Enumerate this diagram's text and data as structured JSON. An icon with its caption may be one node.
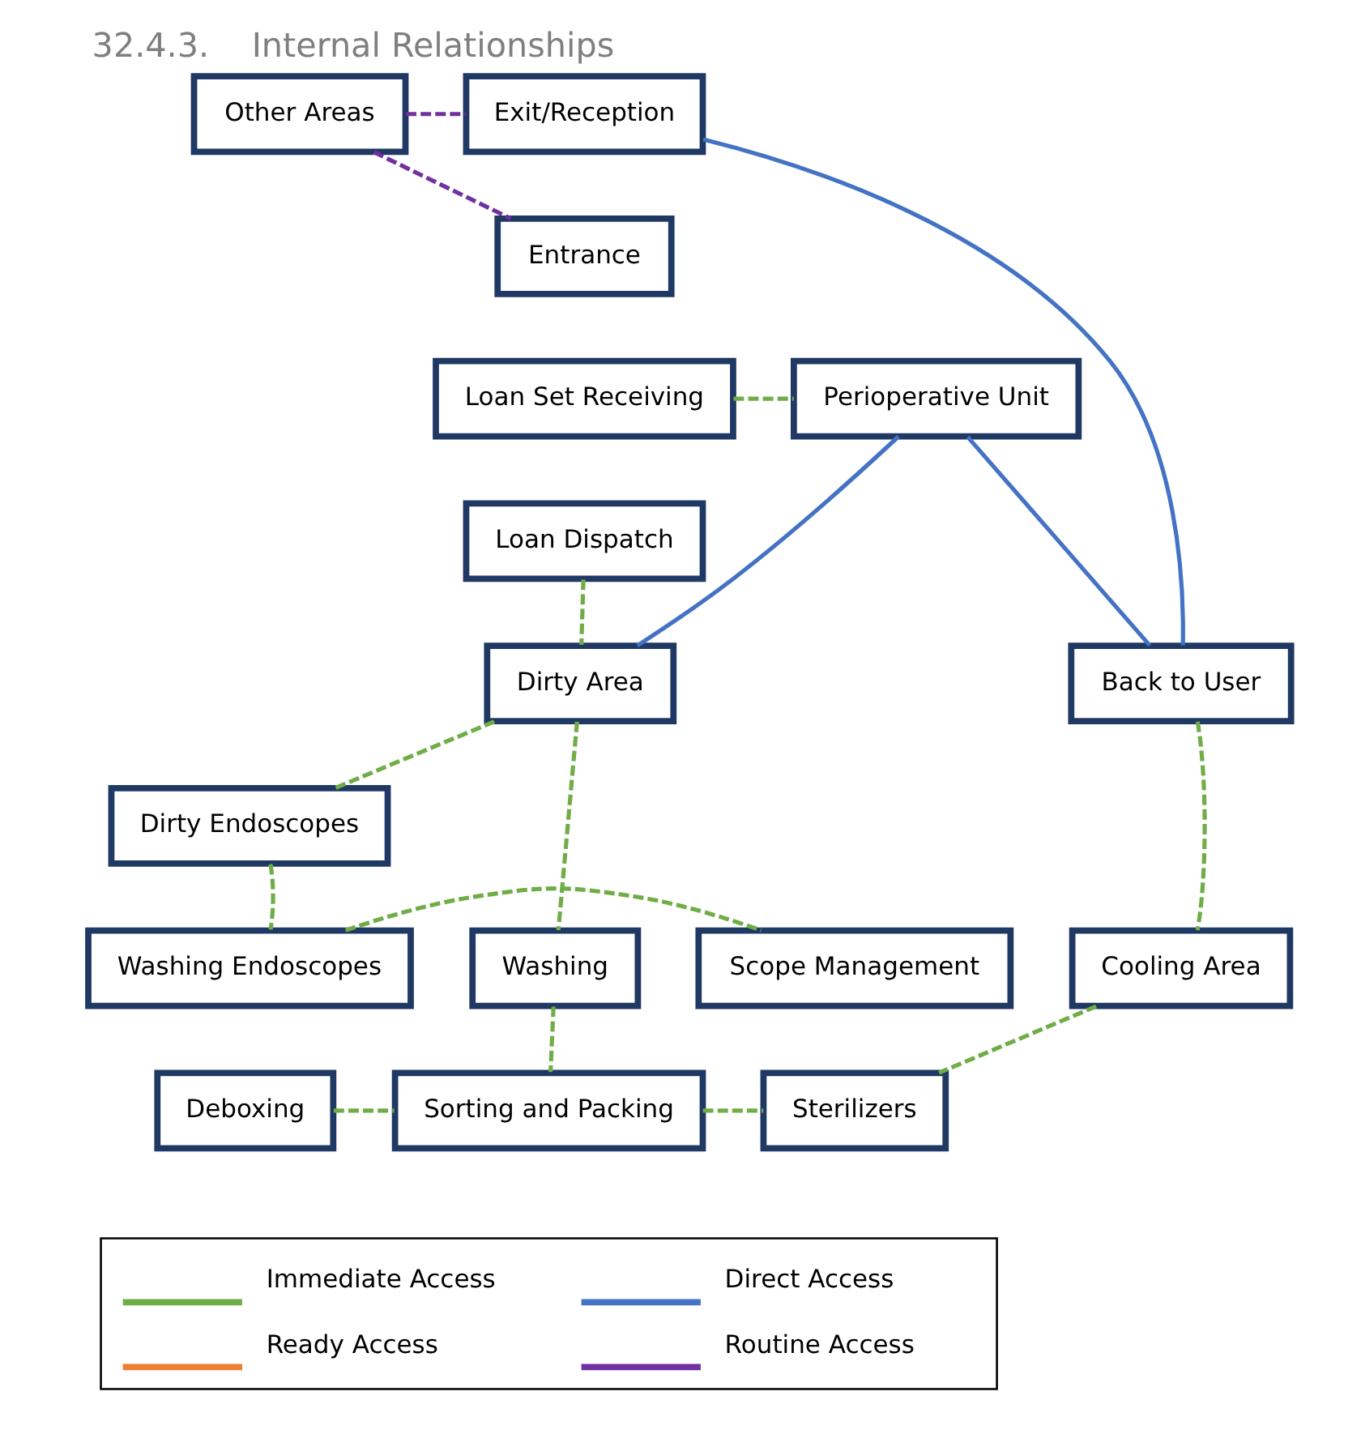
{
  "diagram": {
    "title": "32.4.3.    Internal Relationships",
    "nodes": [
      {
        "text": [
          "Other Areas"
        ]
      },
      {
        "text": [
          "Exit/Reception"
        ]
      },
      {
        "text": [
          "Entrance"
        ]
      },
      {
        "text": [
          "Loan Set Receiving"
        ]
      },
      {
        "text": [
          "Loan Dispatch"
        ]
      },
      {
        "text": [
          "Perioperative Unit"
        ]
      },
      {
        "text": [
          "Dirty Area"
        ]
      },
      {
        "text": [
          "Dirty Endoscopes"
        ]
      },
      {
        "text": [
          "Back to User"
        ]
      },
      {
        "text": [
          "Washing"
        ]
      },
      {
        "text": [
          "Washing Endoscopes"
        ]
      },
      {
        "text": [
          "Scope Management"
        ]
      },
      {
        "text": [
          "Cooling Area"
        ]
      },
      {
        "text": [
          "Deboxing"
        ]
      },
      {
        "text": [
          "Sorting and Packing"
        ]
      },
      {
        "text": [
          "Sterilizers"
        ]
      }
    ],
    "edges": [
      {
        "from": 0,
        "to": 1,
        "arrow": "none",
        "style": "dashed",
        "color": "#7030a0"
      },
      {
        "from": 0,
        "to": 2,
        "arrow": "none",
        "style": "dashed",
        "color": "#7030a0"
      },
      {
        "from": 3,
        "to": 5,
        "arrow": "none",
        "style": "dashed"
      },
      {
        "from": 1,
        "to": 8,
        "arrow": "none",
        "color": "#4472c4"
      },
      {
        "from": 5,
        "to": 6,
        "arrow": "none",
        "color": "#4472c4"
      },
      {
        "from": 5,
        "to": 8,
        "arrow": "none",
        "color": "#4472c4"
      },
      {
        "from": 4,
        "to": 6,
        "arrow": "none",
        "style": "dashed"
      },
      {
        "from": 6,
        "to": 7,
        "arrow": "none",
        "style": "dashed"
      },
      {
        "from": 6,
        "to": 9,
        "arrow": "none",
        "style": "dashed"
      },
      {
        "from": 7,
        "to": 10,
        "arrow": "none",
        "style": "dashed"
      },
      {
        "from": 10,
        "to": 11,
        "arrow": "none",
        "style": "dashed"
      },
      {
        "from": 8,
        "to": 12,
        "arrow": "none",
        "style": "dashed"
      },
      {
        "from": 12,
        "to": 15,
        "arrow": "none",
        "style": "dashed"
      },
      {
        "from": 9,
        "to": 14,
        "arrow": "none",
        "style": "dashed"
      },
      {
        "from": 13,
        "to": 14,
        "arrow": "none",
        "style": "dashed"
      },
      {
        "from": 14,
        "to": 15,
        "arrow": "none",
        "style": "dashed"
      }
    ],
    "legend": [
      {
        "text": "Immediate Access"
      },
      {
        "text": "Direct Access"
      },
      {
        "text": "Ready Access"
      },
      {
        "text": "Routine Access"
      }
    ]
  }
}
